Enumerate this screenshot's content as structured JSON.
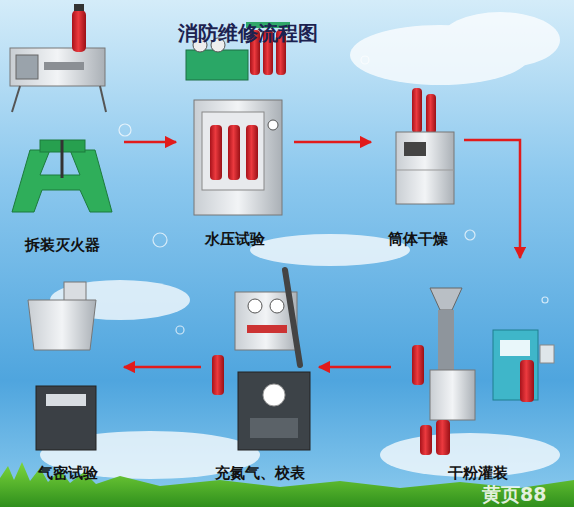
{
  "diagram": {
    "title": "消防维修流程图",
    "nodes": [
      {
        "text": [
          "拆装灭火器"
        ]
      },
      {
        "text": [
          "水压试验"
        ]
      },
      {
        "text": [
          "筒体干燥"
        ]
      },
      {
        "text": [
          "干粉灌装"
        ]
      },
      {
        "text": [
          "充氮气、校表"
        ]
      },
      {
        "text": [
          "气密试验"
        ]
      }
    ],
    "edges": [
      {
        "from": 0,
        "to": 1,
        "arrow": "to"
      },
      {
        "from": 1,
        "to": 2,
        "arrow": "to"
      },
      {
        "from": 2,
        "to": 3,
        "arrow": "to"
      },
      {
        "from": 3,
        "to": 4,
        "arrow": "to"
      },
      {
        "from": 4,
        "to": 5,
        "arrow": "to"
      }
    ],
    "labels": [
      "黄页88"
    ]
  }
}
